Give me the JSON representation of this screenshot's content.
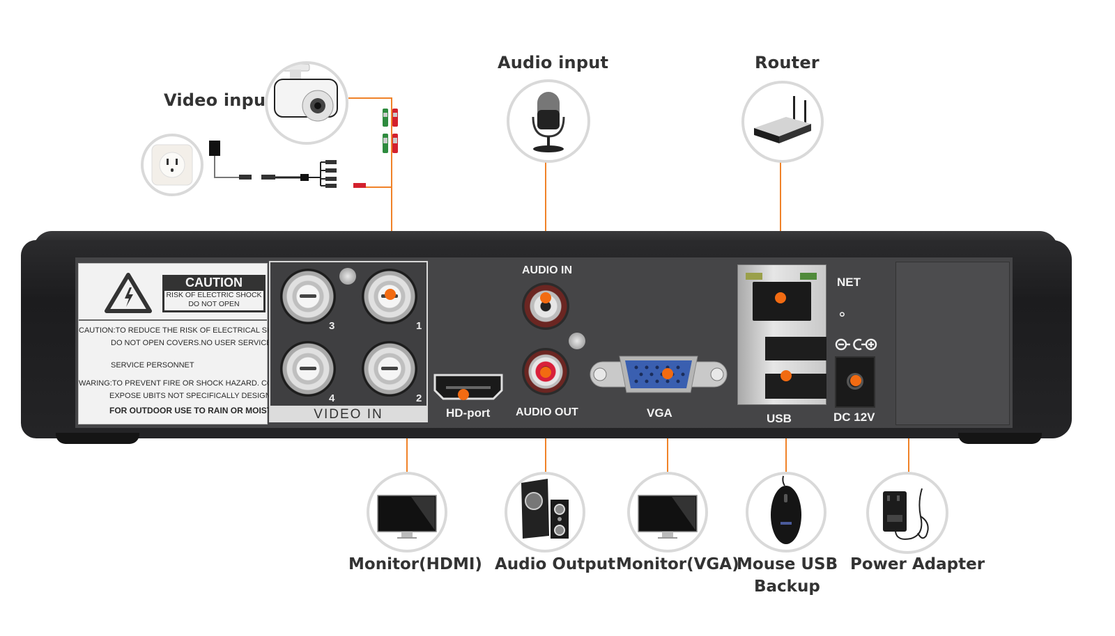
{
  "headings": {
    "video_input": "Video input",
    "audio_input": "Audio input",
    "router": "Router"
  },
  "caution_label": {
    "title": "CAUTION",
    "subtitle_line1": "RISK OF ELECTRIC SHOCK",
    "subtitle_line2": "DO NOT OPEN",
    "line1": "CAUTION:TO REDUCE THE RISK OF ELECTRICAL SHOCK.",
    "line2": "DO NOT OPEN COVERS.NO USER SERVICEABLE",
    "line3": "SERVICE PERSONNET",
    "line4": "WARING:TO PREVENT FIRE OR SHOCK HAZARD. CO NOT",
    "line5": "EXPOSE UBITS NOT SPECIFICALLY DESIGNED",
    "line6": "FOR OUTDOOR USE TO RAIN OR MOISTURE"
  },
  "ports": {
    "video_in_label": "VIDEO IN",
    "bnc_numbers": [
      "3",
      "1",
      "4",
      "2"
    ],
    "audio_in": "AUDIO IN",
    "audio_out": "AUDIO OUT",
    "hd_port": "HD-port",
    "vga": "VGA",
    "net": "NET",
    "usb": "USB",
    "dc": "DC 12V"
  },
  "devices": {
    "monitor_hdmi": "Monitor(HDMI)",
    "audio_output": "Audio Output",
    "monitor_vga": "Monitor(VGA)",
    "mouse_usb_line1": "Mouse USB",
    "mouse_usb_line2": "Backup",
    "power_adapter": "Power Adapter"
  },
  "colors": {
    "connector_line": "#f08228",
    "dvr_body": "#242426",
    "panel": "#454547"
  }
}
